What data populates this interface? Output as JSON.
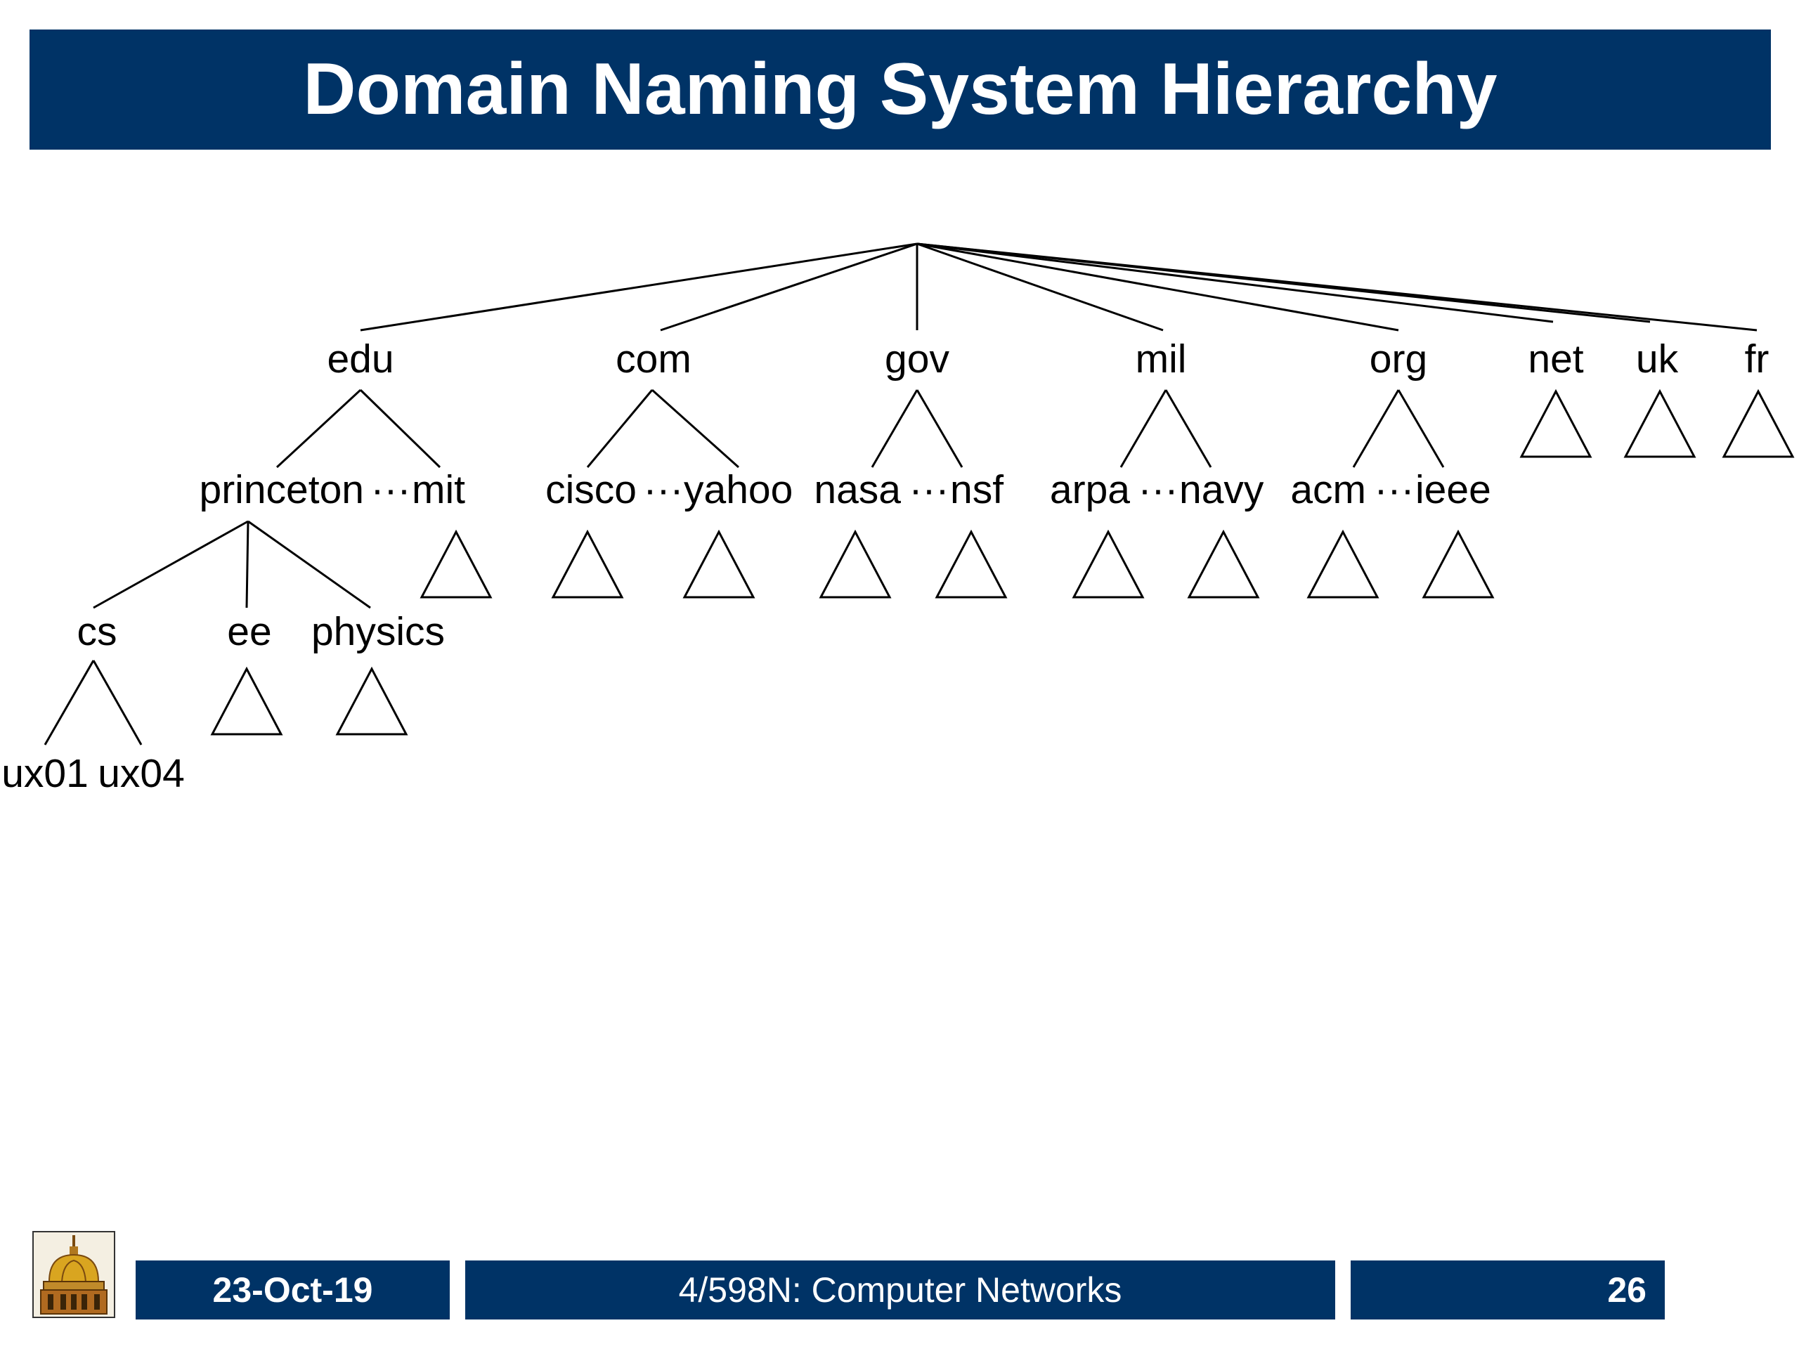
{
  "title": "Domain Naming System Hierarchy",
  "tree": {
    "top_level": [
      "edu",
      "com",
      "gov",
      "mil",
      "org",
      "net",
      "uk",
      "fr"
    ],
    "second_level": {
      "edu": [
        "princeton",
        "mit"
      ],
      "com": [
        "cisco",
        "yahoo"
      ],
      "gov": [
        "nasa",
        "nsf"
      ],
      "mil": [
        "arpa",
        "navy"
      ],
      "org": [
        "acm",
        "ieee"
      ]
    },
    "ellipsis": "···",
    "third_level": {
      "princeton": [
        "cs",
        "ee",
        "physics"
      ]
    },
    "fourth_level": {
      "cs": [
        "ux01",
        "ux04"
      ]
    },
    "subtree_icon": "triangle-icon"
  },
  "footer": {
    "date": "23-Oct-19",
    "course": "4/598N: Computer Networks",
    "page": "26"
  },
  "logo_icon": "golden-dome-logo-icon"
}
